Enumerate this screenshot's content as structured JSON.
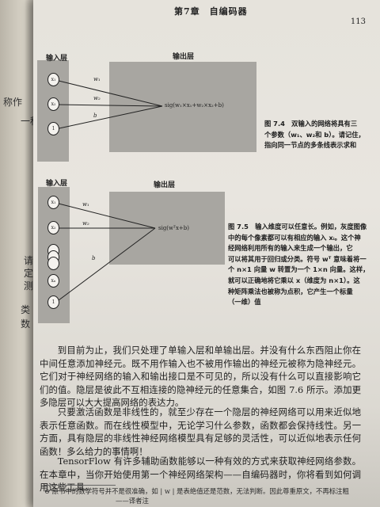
{
  "prev_page_fragments": [
    "称作",
    "一种",
    "请",
    "定",
    "测",
    "类",
    "数"
  ],
  "header": {
    "chapter_title": "第7章　自编码器",
    "page_number": "113"
  },
  "figure1": {
    "input_label": "输入层",
    "output_label": "输出层",
    "nodes": [
      "x₁",
      "x₂",
      "1"
    ],
    "weights": [
      "w₁",
      "w₂",
      "b"
    ],
    "formula": "sig(w₁×x₁+w₂×x₂+b)",
    "caption_lines": [
      "图 7.4　双输入的网络将具有三",
      "个参数（w₁、w₂和 b）。请记住，",
      "指向同一节点的多条线表示求和"
    ]
  },
  "figure2": {
    "input_label": "输入层",
    "output_label": "输出层",
    "nodes": [
      "x₁",
      "x₂",
      "",
      "",
      "",
      "xₙ",
      "1"
    ],
    "weights": [
      "w₁",
      "w₂",
      "b"
    ],
    "formula": "sig(wᵀx+b)",
    "caption_lines": [
      "图 7.5　输入维度可以任意长。例如，灰度图像",
      "中的每个像素都可以有相应的输入 xᵢ。这个神",
      "经网络利用所有的输入来生成一个输出，它",
      "可以将其用于回归或分类。符号 wᵀ 意味着将一",
      "个 n×1 向量 w 转置为一个 1×n 向量。这样，",
      "就可以正确地将它乘以 x（维度为 n×1）。这",
      "种矩阵乘法也被称为点积，它产生一个标量",
      "（一维）值"
    ]
  },
  "paragraphs": [
    "到目前为止，我们只处理了单输入层和单输出层。并没有什么东西阻止你在中间任意添加神经元。既不用作输入也不被用作输出的神经元被称为隐神经元。它们对于神经网络的输入和输出接口是不可见的，所以没有什么可以直接影响它们的值。隐层是彼此不互相连接的隐神经元的任意集合，如图 7.6 所示。添加更多隐层可以大大提高网络的表达力。",
    "只要激活函数是非线性的，就至少存在一个隐层的神经网络可以用来近似地表示任意函数。而在线性模型中，无论学习什么参数，函数都会保持线性。另一方面，具有隐层的非线性神经网络模型具有足够的灵活性，可以近似地表示任何函数！多么给力的事情啊！",
    "TensorFlow 有许多辅助函数能够以一种有效的方式来获取神经网络参数。在本章中，当你开始使用第一个神经网络架构——自编码器时，你将看到如何调用这些工具。"
  ],
  "footnote": {
    "marker": "⊖",
    "line1": "原书中的数学符号并不是很准确，如 | w | 是表绝值还是范数，无法判断。因此尊重原文，不再标注粗",
    "line2": "——译者注"
  }
}
